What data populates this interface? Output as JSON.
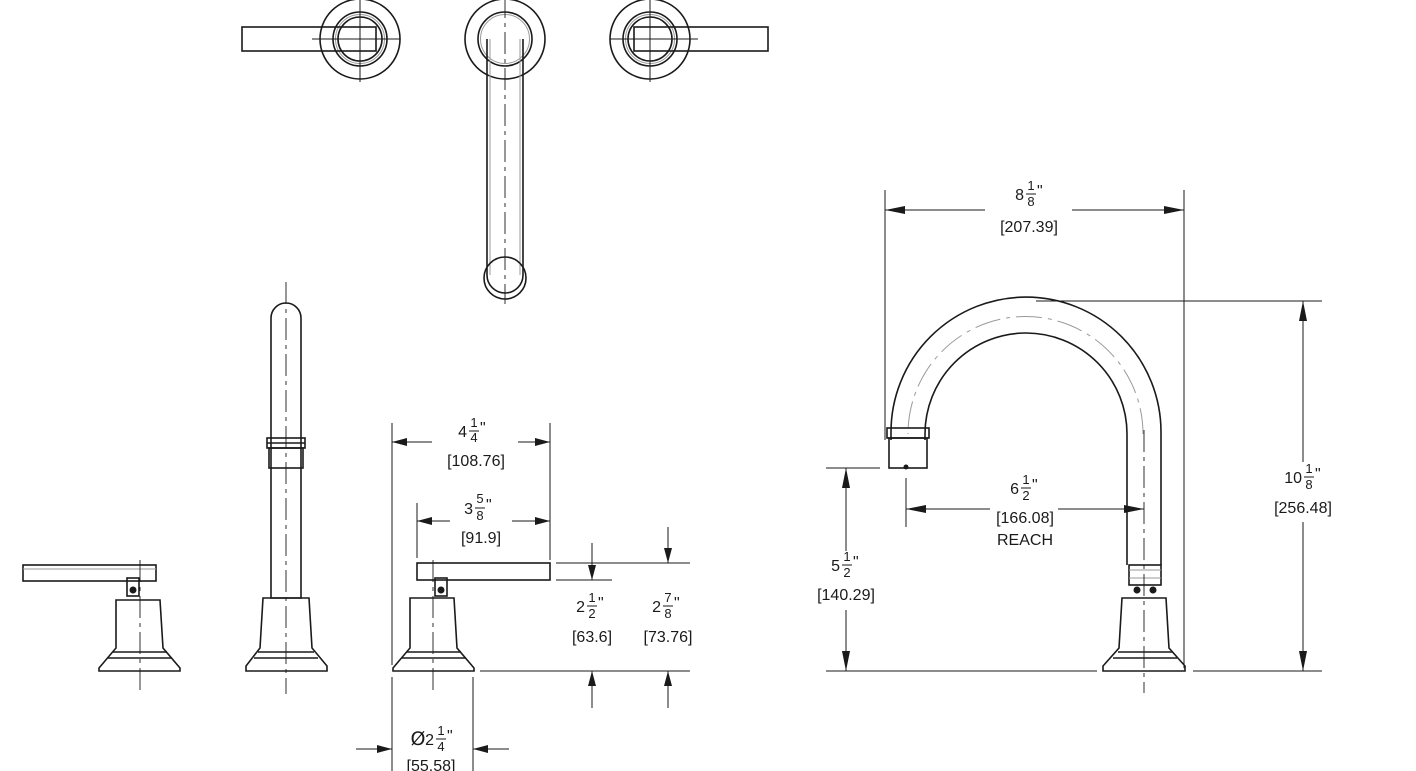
{
  "dimensions": {
    "overall_spread": {
      "whole": "4",
      "num": "1",
      "den": "4",
      "unit": "\"",
      "metric": "[108.76]"
    },
    "handle_length": {
      "whole": "3",
      "num": "5",
      "den": "8",
      "unit": "\"",
      "metric": "[91.9]"
    },
    "handle_height": {
      "whole": "2",
      "num": "1",
      "den": "2",
      "unit": "\"",
      "metric": "[63.6]"
    },
    "handle_top_height": {
      "whole": "2",
      "num": "7",
      "den": "8",
      "unit": "\"",
      "metric": "[73.76]"
    },
    "base_diameter": {
      "symbol": "Ø",
      "whole": "2",
      "num": "1",
      "den": "4",
      "unit": "\"",
      "metric": "[55.58]"
    },
    "spout_width": {
      "whole": "8",
      "num": "1",
      "den": "8",
      "unit": "\"",
      "metric": "[207.39]"
    },
    "spout_reach": {
      "whole": "6",
      "num": "1",
      "den": "2",
      "unit": "\"",
      "metric": "[166.08]",
      "label": "REACH"
    },
    "spout_outlet_height": {
      "whole": "5",
      "num": "1",
      "den": "2",
      "unit": "\"",
      "metric": "[140.29]"
    },
    "spout_overall_height": {
      "whole": "10",
      "num": "1",
      "den": "8",
      "unit": "\"",
      "metric": "[256.48]"
    }
  }
}
